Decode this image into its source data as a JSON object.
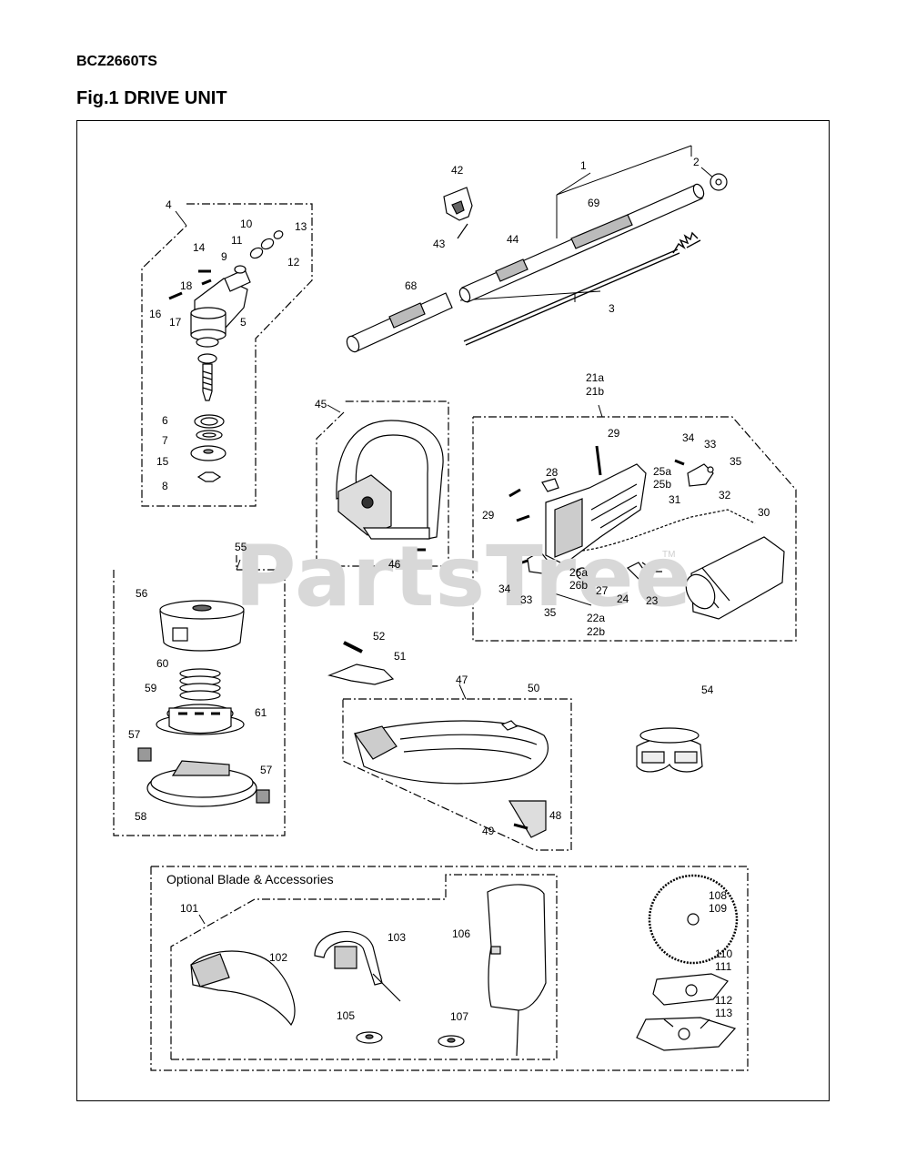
{
  "header": {
    "model": "BCZ2660TS",
    "figure_title": "Fig.1 DRIVE UNIT"
  },
  "watermark": {
    "text": "PartsTree",
    "tm": "TM"
  },
  "optional_box": {
    "title": "Optional Blade & Accessories"
  },
  "callouts": [
    "1",
    "2",
    "3",
    "4",
    "5",
    "6",
    "7",
    "8",
    "9",
    "10",
    "11",
    "12",
    "13",
    "14",
    "15",
    "16",
    "17",
    "18",
    "21a",
    "21b",
    "22a",
    "22b",
    "23",
    "24",
    "25a",
    "25b",
    "26a",
    "26b",
    "27",
    "28",
    "29",
    "29",
    "30",
    "31",
    "32",
    "33",
    "33",
    "34",
    "34",
    "35",
    "35",
    "42",
    "43",
    "44",
    "45",
    "46",
    "47",
    "48",
    "49",
    "50",
    "51",
    "52",
    "54",
    "55",
    "56",
    "57",
    "57",
    "58",
    "59",
    "60",
    "61",
    "68",
    "69",
    "101",
    "102",
    "103",
    "105",
    "106",
    "107",
    "108",
    "109",
    "110",
    "111",
    "112",
    "113"
  ],
  "colors": {
    "line": "#000000",
    "watermark": "#d8d8d8",
    "part_fill": "#ffffff",
    "shade": "#bdbdbd"
  }
}
